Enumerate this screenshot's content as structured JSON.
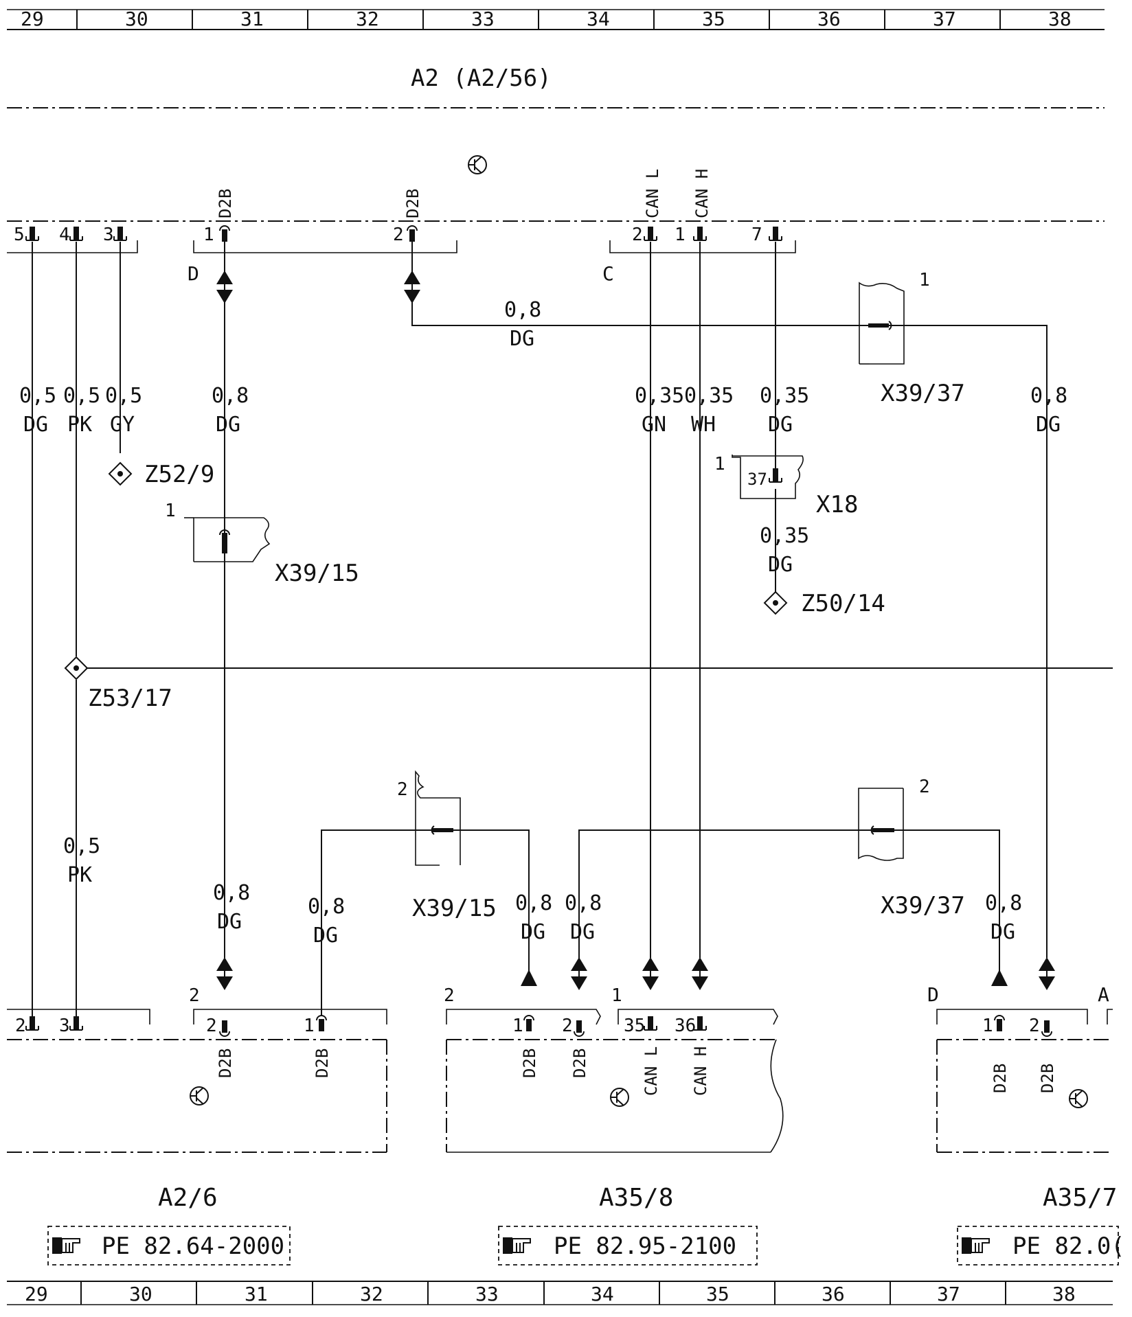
{
  "grid_columns": [
    "29",
    "30",
    "31",
    "32",
    "33",
    "34",
    "35",
    "36",
    "37",
    "38"
  ],
  "header": {
    "title": "A2 (A2/56)"
  },
  "top_connectors": {
    "pins_left": [
      "5",
      "4",
      "3"
    ],
    "d_block": {
      "label": "D",
      "pin1": "1",
      "pin2": "2",
      "sig1": "D2B",
      "sig2": "D2B"
    },
    "c_block": {
      "label": "C",
      "pin_l": "2",
      "pin_h": "1",
      "pin_7": "7",
      "sig_l": "CAN L",
      "sig_h": "CAN H"
    }
  },
  "wires": {
    "w1": {
      "gauge": "0,5",
      "color": "DG"
    },
    "w2": {
      "gauge": "0,5",
      "color": "PK"
    },
    "w3": {
      "gauge": "0,5",
      "color": "GY"
    },
    "w4": {
      "gauge": "0,8",
      "color": "DG"
    },
    "w5": {
      "gauge": "0,8",
      "color": "DG"
    },
    "w6": {
      "gauge": "0,35",
      "color": "GN"
    },
    "w7": {
      "gauge": "0,35",
      "color": "WH"
    },
    "w8": {
      "gauge": "0,35",
      "color": "DG"
    },
    "w9": {
      "gauge": "0,8",
      "color": "DG"
    },
    "w10": {
      "gauge": "0,35",
      "color": "DG"
    },
    "w11": {
      "gauge": "0,5",
      "color": "PK"
    },
    "w12": {
      "gauge": "0,8",
      "color": "DG"
    },
    "w13": {
      "gauge": "0,8",
      "color": "DG"
    },
    "w14": {
      "gauge": "0,8",
      "color": "DG"
    },
    "w15": {
      "gauge": "0,8",
      "color": "DG"
    },
    "w16": {
      "gauge": "0,8",
      "color": "DG"
    }
  },
  "splices": {
    "z52": "Z52/9",
    "z50": "Z50/14",
    "z53": "Z53/17"
  },
  "connectors": {
    "x39_15_top": {
      "label": "X39/15",
      "num": "1"
    },
    "x39_37_top": {
      "label": "X39/37",
      "num": "1"
    },
    "x18": {
      "label": "X18",
      "num": "1",
      "pin": "37"
    },
    "x39_15_bot": {
      "label": "X39/15",
      "num": "2"
    },
    "x39_37_bot": {
      "label": "X39/37",
      "num": "2"
    }
  },
  "modules": {
    "a2_6": {
      "name": "A2/6",
      "ref": "PE 82.64-2000",
      "conn_num": "2",
      "pins": [
        "2",
        "3",
        "2",
        "1"
      ],
      "sigs": [
        "D2B",
        "D2B"
      ]
    },
    "a35_8": {
      "name": "A35/8",
      "ref": "PE 82.95-2100",
      "conn_a": "2",
      "conn_b": "1",
      "pins": [
        "1",
        "2",
        "35",
        "36"
      ],
      "sigs": [
        "D2B",
        "D2B",
        "CAN L",
        "CAN H"
      ]
    },
    "a35_7": {
      "name": "A35/7",
      "ref": "PE 82.0(",
      "conn_d": "D",
      "conn_a": "A",
      "pins": [
        "1",
        "2"
      ],
      "sigs": [
        "D2B",
        "D2B"
      ]
    }
  },
  "icons": [
    "transistor-symbol-icon",
    "pointing-hand-icon",
    "splice-diamond-icon",
    "arrow-up-icon",
    "double-arrow-icon"
  ]
}
